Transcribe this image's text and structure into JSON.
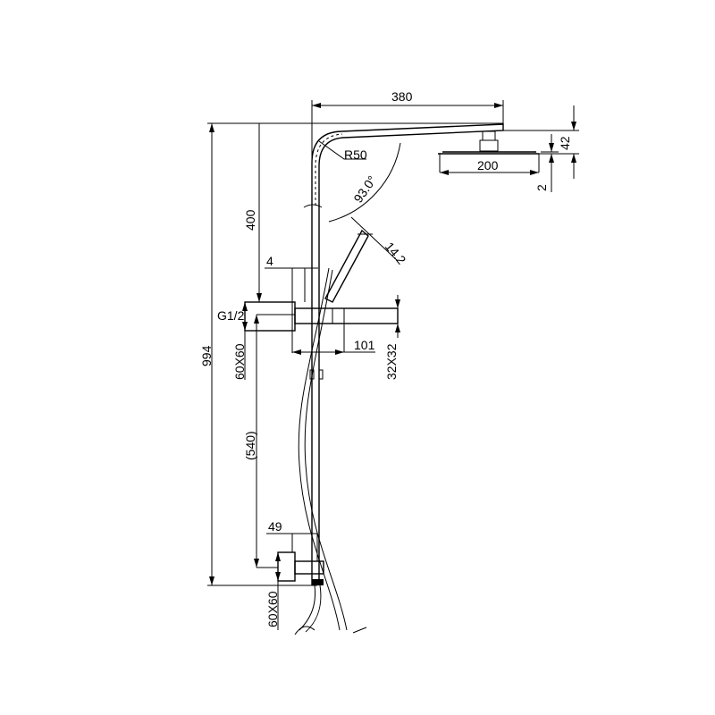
{
  "drawing": {
    "title": "Shower column dimension drawing",
    "dimensions": {
      "arm_length": "380",
      "bend_radius": "R50",
      "arm_angle": "93.0°",
      "handshower_dim": "14.2",
      "head_width": "200",
      "head_height": "42",
      "head_thickness": "2",
      "upper_height": "400",
      "offset_4": "4",
      "thread": "G1/2",
      "upper_bracket": "60X60",
      "mixer_depth": "101",
      "mixer_section": "32X32",
      "total_height": "994",
      "lower_height": "(540)",
      "offset_49": "49",
      "lower_bracket": "60X60"
    },
    "line_color": "#000000",
    "background": "#ffffff"
  }
}
